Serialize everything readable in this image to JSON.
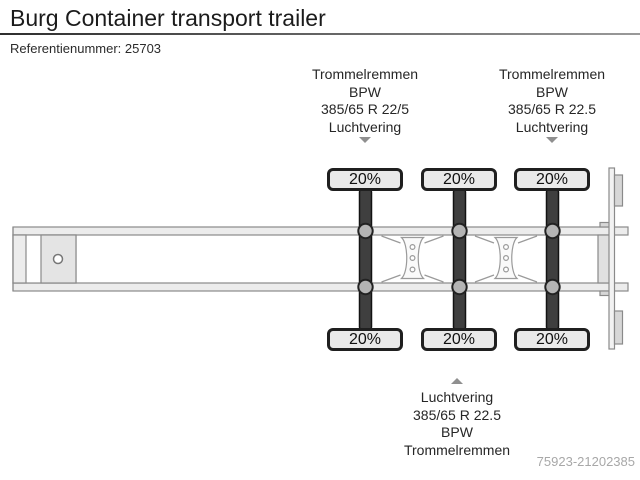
{
  "header": {
    "title": "Burg Container transport trailer",
    "reference": "Referentienummer: 25703"
  },
  "specs": {
    "top_left": {
      "lines": [
        "Trommelremmen",
        "BPW",
        "385/65 R 22/5",
        "Luchtvering"
      ]
    },
    "top_right": {
      "lines": [
        "Trommelremmen",
        "BPW",
        "385/65 R 22.5",
        "Luchtvering"
      ]
    },
    "bottom": {
      "lines": [
        "Luchtvering",
        "385/65 R 22.5",
        "BPW",
        "Trommelremmen"
      ]
    }
  },
  "tire_condition": {
    "top_row": [
      "20%",
      "20%",
      "20%"
    ],
    "bottom_row": [
      "20%",
      "20%",
      "20%"
    ]
  },
  "watermark": "75923-21202385",
  "icons": {
    "top_left_arrow": "down-arrow",
    "top_right_arrow": "down-arrow",
    "bottom_arrow": "up-arrow"
  },
  "colors": {
    "separator": "#555555",
    "badge_fill": "#e9e9e9",
    "badge_border": "#1f1f1f",
    "axle_bar": "#3f3f3f",
    "hub_fill": "#b4b4b4",
    "frame_fill": "#ececec",
    "frame_stroke": "#8a8a8a",
    "arrow": "#8f8f8f",
    "watermark_text": "#a8a8a8"
  }
}
